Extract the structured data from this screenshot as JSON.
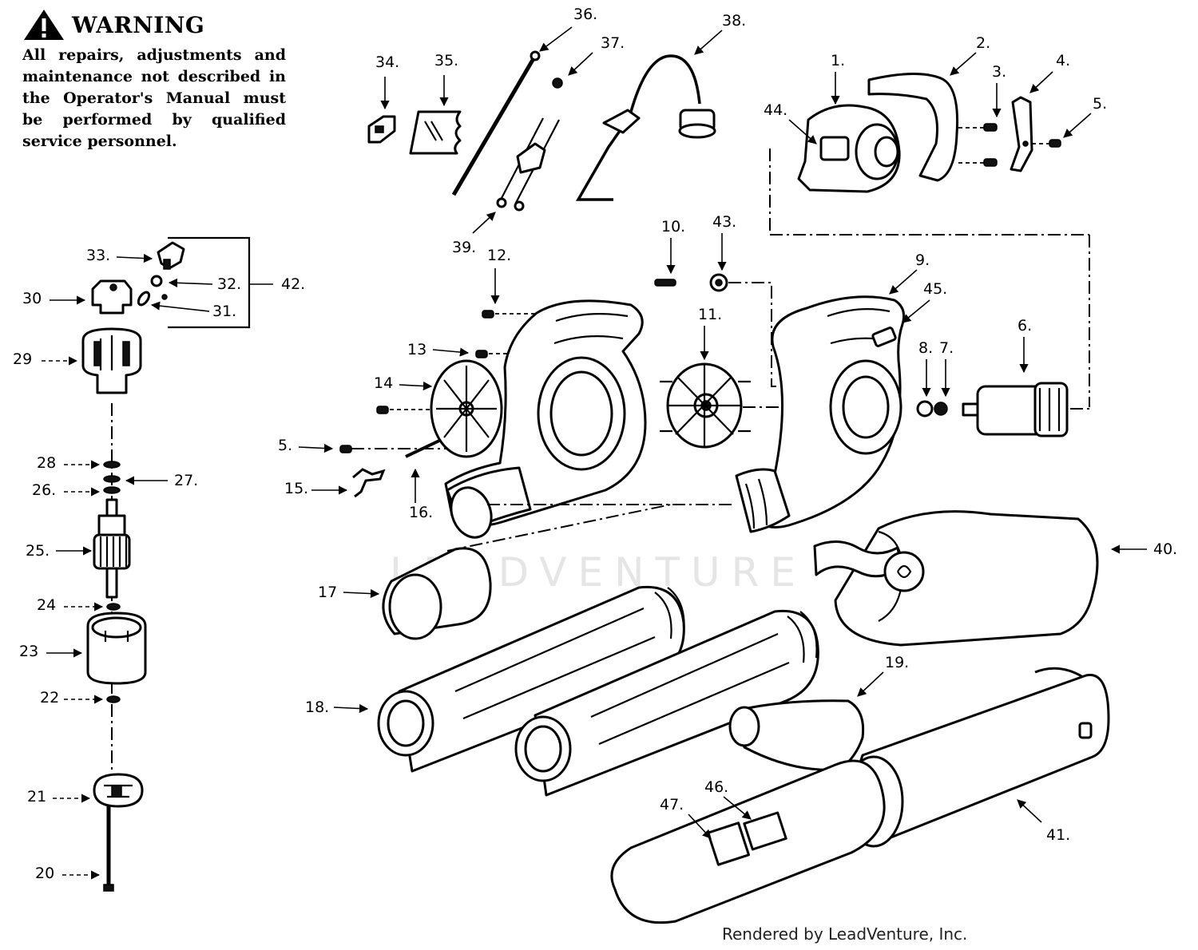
{
  "warning": {
    "title": "WARNING",
    "icon": "warning-triangle-icon",
    "text": "All repairs, adjustments and maintenance not described in the Operator's Manual must be performed by qualified service personnel."
  },
  "watermark": "LEADVENTURE",
  "credit": "Rendered by LeadVenture, Inc.",
  "callouts": {
    "c1": "1.",
    "c2": "2.",
    "c3": "3.",
    "c4": "4.",
    "c5a": "5.",
    "c5b": "5.",
    "c6": "6.",
    "c7": "7.",
    "c8": "8.",
    "c9": "9.",
    "c10": "10.",
    "c11": "11.",
    "c12": "12.",
    "c13": "13",
    "c14": "14",
    "c15": "15.",
    "c16": "16.",
    "c17": "17",
    "c18": "18.",
    "c19": "19.",
    "c20": "20",
    "c21": "21",
    "c22": "22",
    "c23": "23",
    "c24": "24",
    "c25": "25.",
    "c26": "26.",
    "c27": "27.",
    "c28": "28",
    "c29": "29",
    "c30": "30",
    "c31": "31.",
    "c32": "32.",
    "c33": "33.",
    "c34": "34.",
    "c35": "35.",
    "c36": "36.",
    "c37": "37.",
    "c38": "38.",
    "c39": "39.",
    "c40": "40.",
    "c41": "41.",
    "c42": "42.",
    "c43": "43.",
    "c44": "44.",
    "c45": "45.",
    "c46": "46.",
    "c47": "47."
  }
}
